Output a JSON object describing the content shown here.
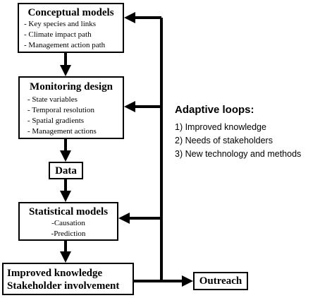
{
  "diagram": {
    "conceptual_models": {
      "title": "Conceptual models",
      "items": [
        "- Key species and links",
        "- Climate impact path",
        "- Management  action path"
      ]
    },
    "monitoring_design": {
      "title": "Monitoring design",
      "items": [
        "- State variables",
        "- Temporal resolution",
        "- Spatial gradients",
        "- Management actions"
      ]
    },
    "data": {
      "title": "Data"
    },
    "statistical_models": {
      "title": "Statistical models",
      "items": [
        "-Causation",
        "-Prediction"
      ]
    },
    "improved_knowledge": {
      "line1": "Improved knowledge",
      "line2": "Stakeholder involvement"
    },
    "outreach": {
      "title": "Outreach"
    },
    "adaptive_loops": {
      "title": "Adaptive loops:",
      "items": [
        "1) Improved  knowledge",
        "2) Needs of stakeholders",
        "3) New technology and methods"
      ]
    }
  }
}
